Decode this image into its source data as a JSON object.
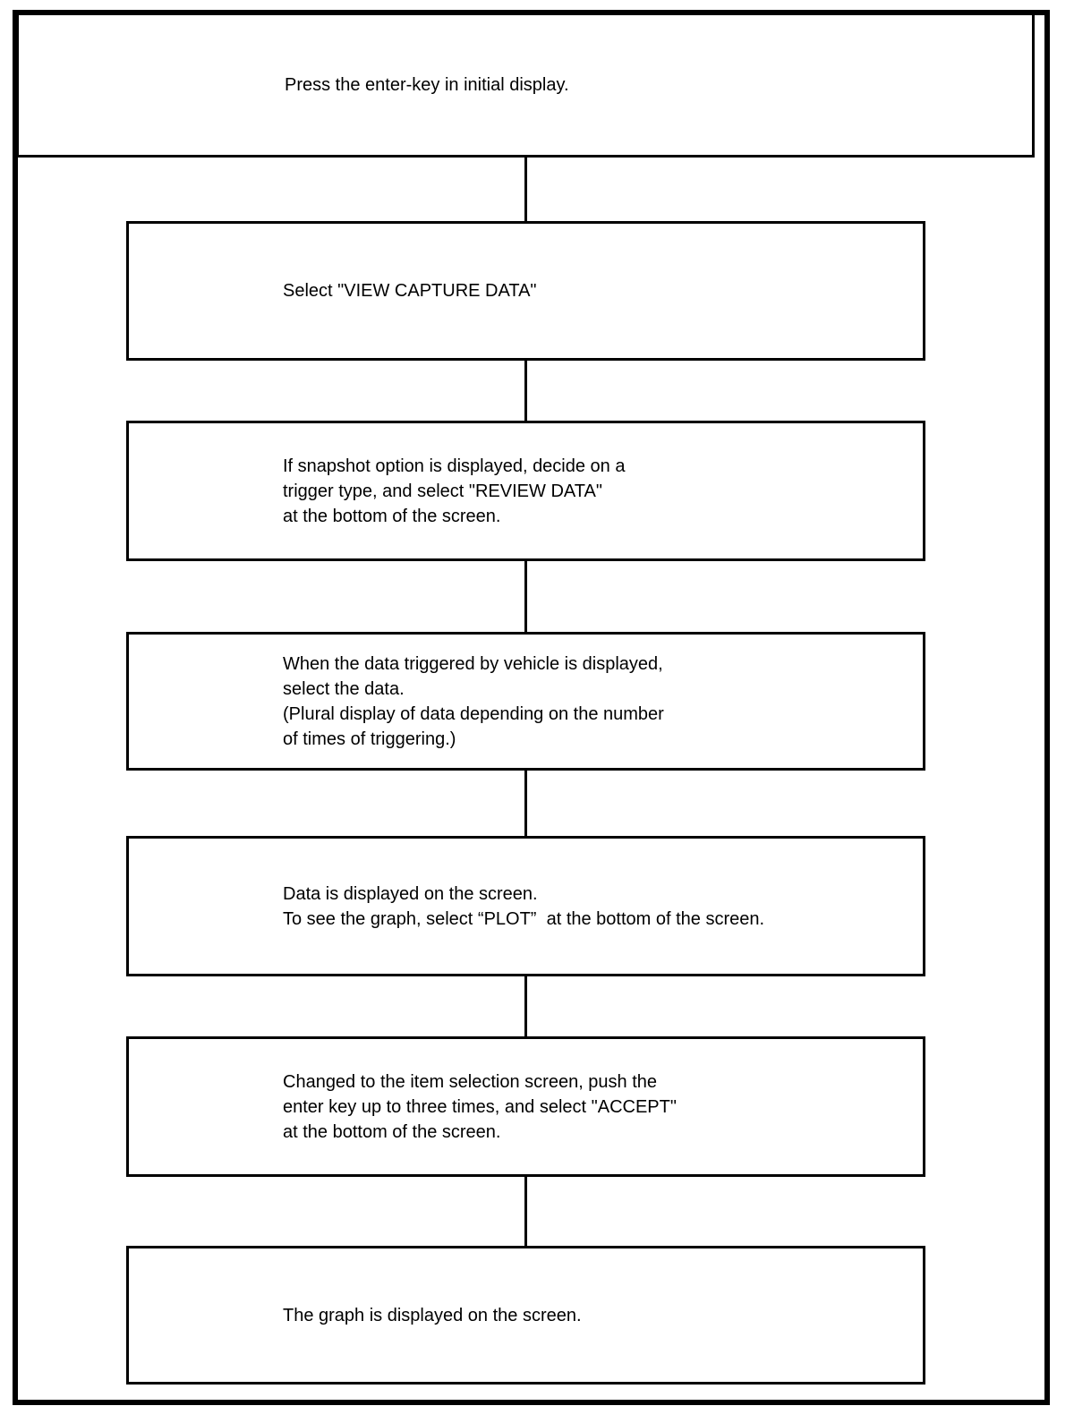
{
  "page": {
    "background_color": "#ffffff",
    "line_color": "#000000"
  },
  "flowchart": {
    "steps": [
      {
        "lines": [
          "Press the enter-key in initial display."
        ]
      },
      {
        "lines": [
          "Select \"VIEW CAPTURE DATA\""
        ]
      },
      {
        "lines": [
          "If snapshot option is displayed, decide on a",
          "trigger type, and select \"REVIEW DATA\"",
          "at the bottom of the screen."
        ]
      },
      {
        "lines": [
          "When the data triggered by vehicle is displayed,",
          "select the data.",
          "(Plural display of data depending on the number",
          "of times of triggering.)"
        ]
      },
      {
        "lines": [
          "Data is displayed on the screen.",
          "To see the graph, select “PLOT”  at the bottom of the screen."
        ]
      },
      {
        "lines": [
          "Changed to the item selection screen, push the",
          "enter key up to three times, and select \"ACCEPT\"",
          "at the bottom of the screen."
        ]
      },
      {
        "lines": [
          "The graph is displayed on the screen."
        ]
      }
    ]
  }
}
